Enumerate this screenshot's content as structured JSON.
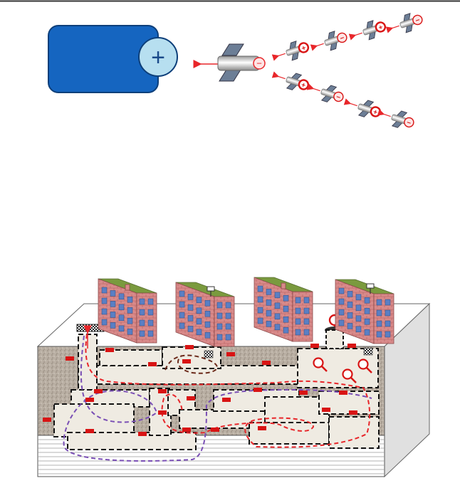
{
  "diagram": {
    "electrode": {
      "sign": "+",
      "fill": "#1565c0",
      "sign_fill": "#b7dff0"
    },
    "charge_signs": {
      "positive": "+",
      "negative": "−"
    },
    "colors": {
      "migration_arrow": "#e8262a",
      "path_red": "#e8262a",
      "path_purple": "#7a4fb5",
      "path_brown": "#6b2a1a",
      "soil": "#b9afa3",
      "tunnel": "#efebe2",
      "brick": "#d88a8a",
      "window": "#5a7fc4",
      "roof": "#7a9a3e",
      "marker": "#d81414"
    },
    "particles_upper": [
      {
        "name": "particle-u1",
        "charge": "positive"
      },
      {
        "name": "particle-u2",
        "charge": "negative"
      },
      {
        "name": "particle-u3",
        "charge": "positive"
      },
      {
        "name": "particle-u4",
        "charge": "negative"
      }
    ],
    "particles_lower": [
      {
        "name": "particle-l1",
        "charge": "positive"
      },
      {
        "name": "particle-l2",
        "charge": "negative"
      },
      {
        "name": "particle-l3",
        "charge": "positive"
      },
      {
        "name": "particle-l4",
        "charge": "negative"
      }
    ],
    "buildings": [
      {
        "name": "building-1",
        "roof_device": "chimney"
      },
      {
        "name": "building-2",
        "roof_device": "vent"
      },
      {
        "name": "building-3",
        "roof_device": "chimney"
      },
      {
        "name": "building-4",
        "roof_device": "vent"
      }
    ]
  }
}
